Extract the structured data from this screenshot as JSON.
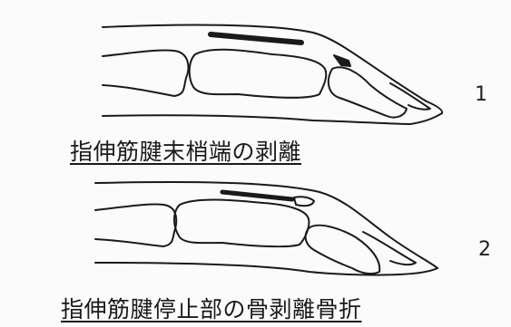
{
  "figure_1": {
    "number": "1",
    "caption": "指伸筋腱末梢端の剥離"
  },
  "figure_2": {
    "number": "2",
    "caption": "指伸筋腱停止部の骨剥離骨折"
  },
  "colors": {
    "background": "#fbfbfb",
    "line": "#1a1a1a"
  }
}
